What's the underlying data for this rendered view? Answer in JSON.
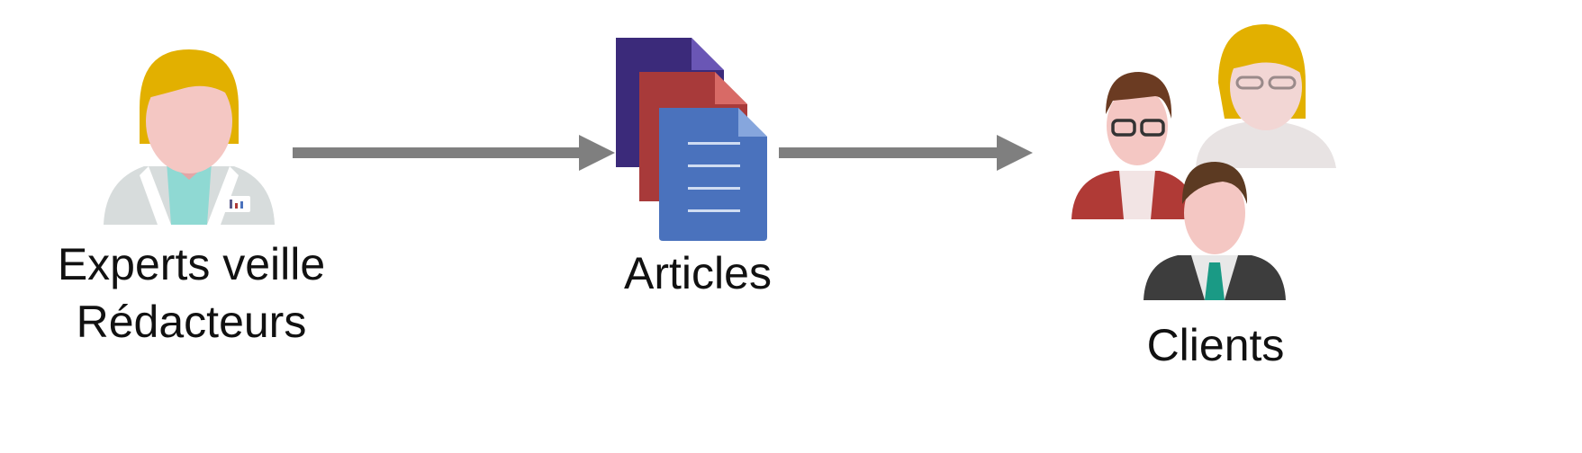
{
  "nodes": {
    "experts": {
      "line1": "Experts veille",
      "line2": "Rédacteurs",
      "icon": "doctor-avatar-icon"
    },
    "articles": {
      "label": "Articles",
      "icon": "document-stack-icon"
    },
    "clients": {
      "label": "Clients",
      "icon": "people-group-icon"
    }
  },
  "edges": [
    {
      "from": "experts",
      "to": "articles"
    },
    {
      "from": "articles",
      "to": "clients"
    }
  ],
  "colors": {
    "arrow": "#7f7f7f",
    "doc_purple": "#3b2a7a",
    "doc_red": "#a83a3a",
    "doc_blue": "#4a72bd",
    "hair_blonde": "#e2b000",
    "hair_brown": "#6b3b22",
    "skin": "#f4c7c3",
    "shirt_red": "#b03a36",
    "suit_dark": "#3d3d3d",
    "tie_teal": "#1a9a85",
    "coat_grey": "#d7dcdc"
  }
}
